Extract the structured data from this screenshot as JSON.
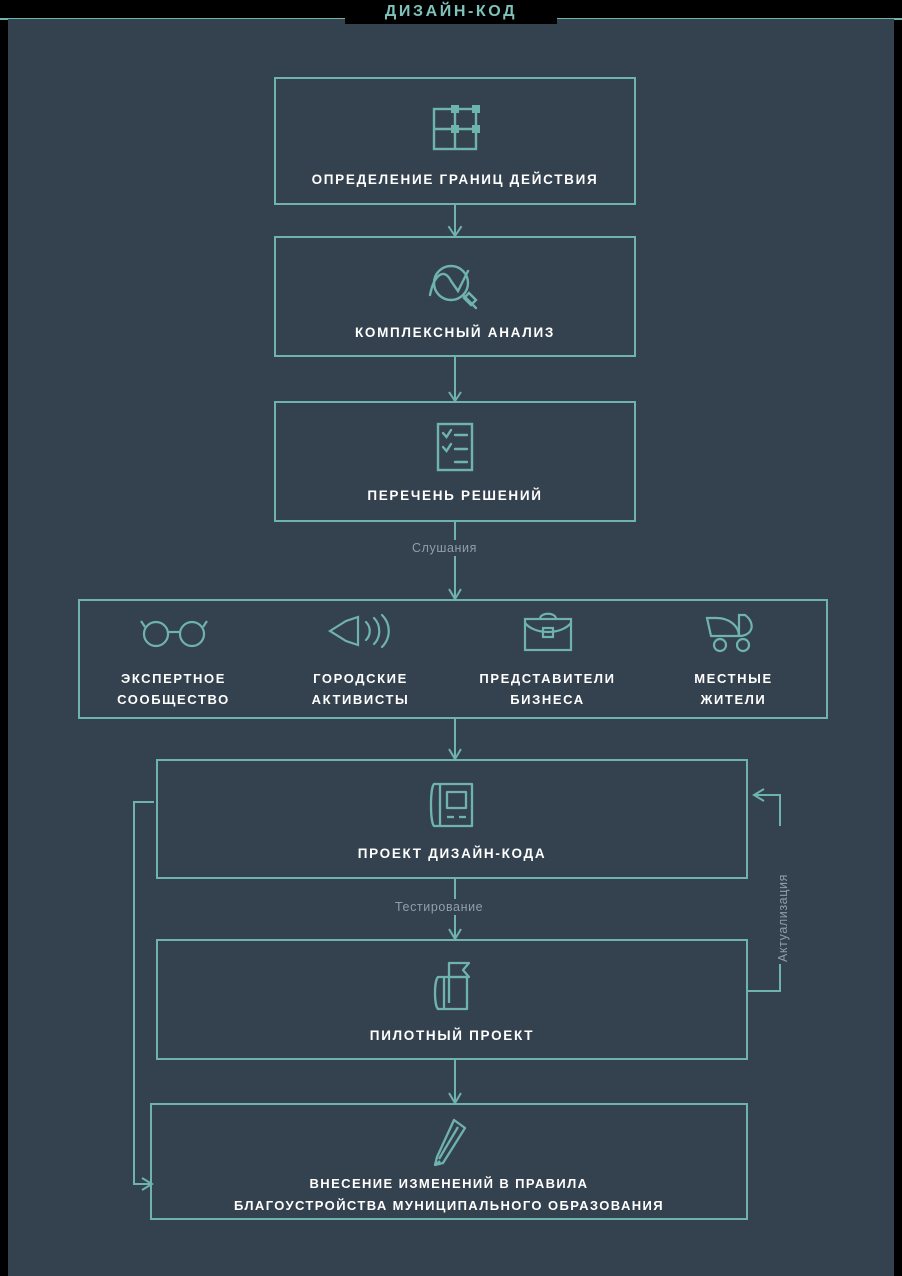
{
  "header": {
    "title": "ДИЗАЙН-КОД"
  },
  "colors": {
    "background": "#000000",
    "panel": "#34414e",
    "accent": "#6fb3ad",
    "title": "#7fc2bb",
    "label_text": "#ffffff",
    "connector_label": "#8f9fa8"
  },
  "flow": {
    "steps": [
      {
        "id": "scope",
        "label": "ОПРЕДЕЛЕНИЕ ГРАНИЦ ДЕЙСТВИЯ",
        "icon": "grid-boundary-icon"
      },
      {
        "id": "analysis",
        "label": "КОМПЛЕКСНЫЙ АНАЛИЗ",
        "icon": "magnifier-chart-icon"
      },
      {
        "id": "decisions",
        "label": "ПЕРЕЧЕНЬ РЕШЕНИЙ",
        "icon": "checklist-icon"
      },
      {
        "id": "draft",
        "label": "ПРОЕКТ ДИЗАЙН-КОДА",
        "icon": "screen-board-icon"
      },
      {
        "id": "pilot",
        "label": "ПИЛОТНЫЙ ПРОЕКТ",
        "icon": "flag-icon"
      },
      {
        "id": "amend",
        "label_line1": "ВНЕСЕНИЕ ИЗМЕНЕНИЙ В ПРАВИЛА",
        "label_line2": "БЛАГОУСТРОЙСТВА МУНИЦИПАЛЬНОГО ОБРАЗОВАНИЯ",
        "icon": "pen-icon"
      }
    ],
    "connector_labels": {
      "hearings": "Слушания",
      "testing": "Тестирование",
      "actualization": "Актуализация"
    }
  },
  "stakeholders": {
    "items": [
      {
        "id": "experts",
        "line1": "ЭКСПЕРТНОЕ",
        "line2": "СООБЩЕСТВО",
        "icon": "glasses-icon"
      },
      {
        "id": "activists",
        "line1": "ГОРОДСКИЕ",
        "line2": "АКТИВИСТЫ",
        "icon": "megaphone-icon"
      },
      {
        "id": "business",
        "line1": "ПРЕДСТАВИТЕЛИ",
        "line2": "БИЗНЕСА",
        "icon": "briefcase-icon"
      },
      {
        "id": "residents",
        "line1": "МЕСТНЫЕ",
        "line2": "ЖИТЕЛИ",
        "icon": "stroller-icon"
      }
    ]
  }
}
